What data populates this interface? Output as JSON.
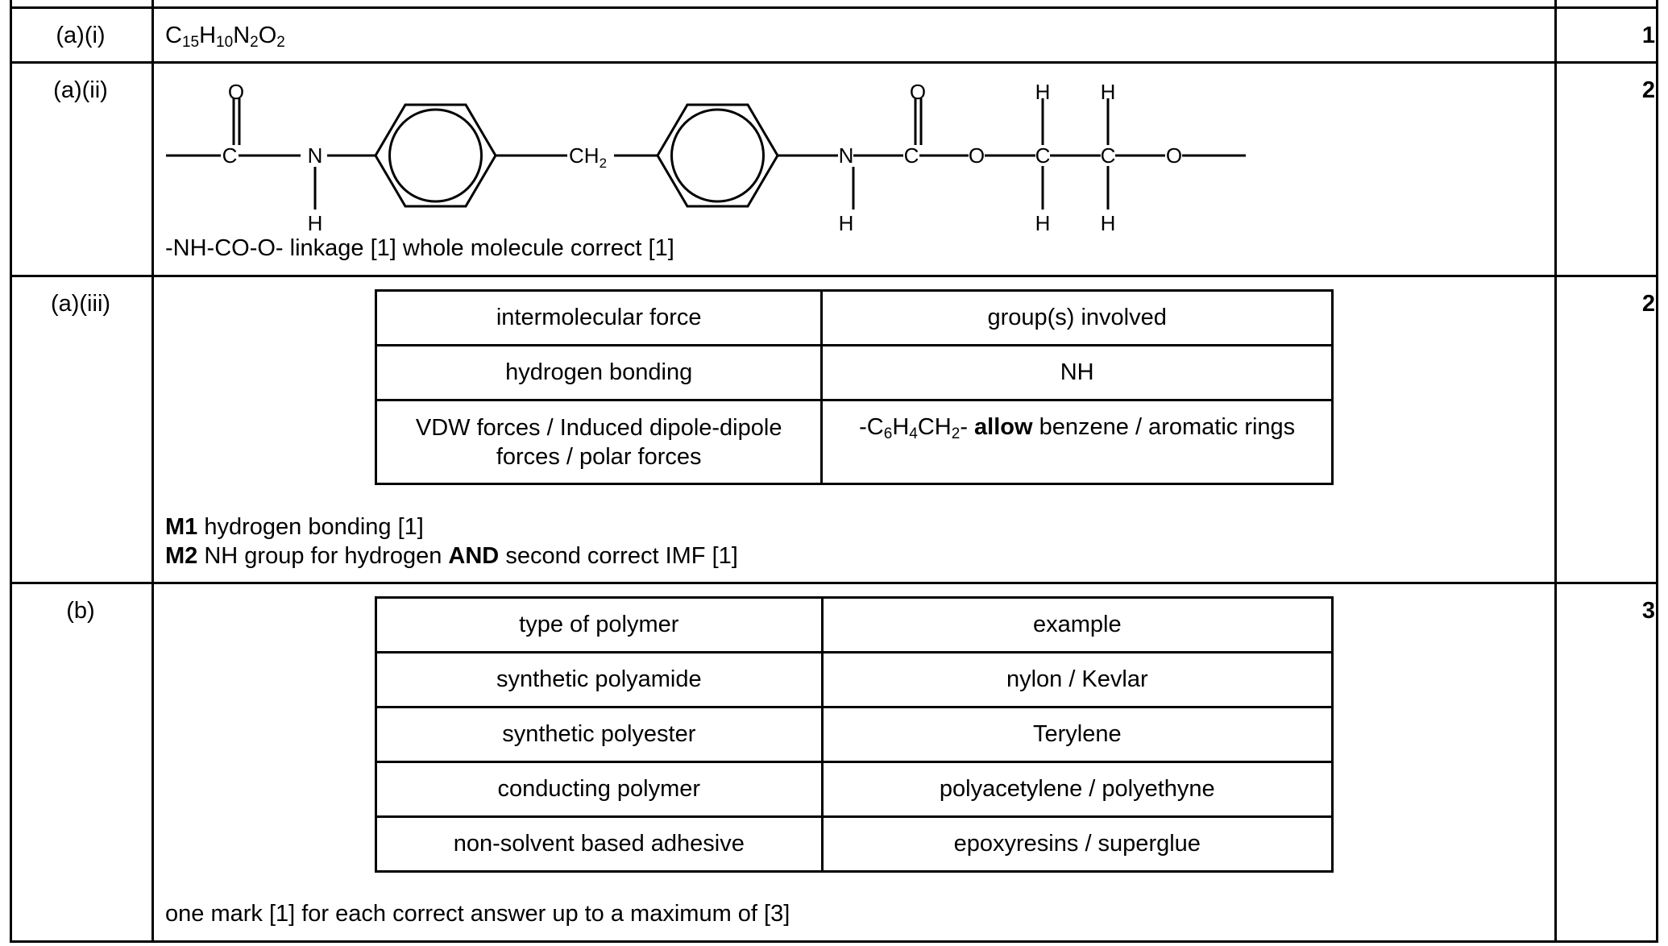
{
  "rows": [
    {
      "label": "(a)(i)",
      "mark": "1",
      "formula": {
        "c": "C",
        "c_n": "15",
        "h": "H",
        "h_n": "10",
        "n": "N",
        "n_n": "2",
        "o": "O",
        "o_n": "2"
      }
    },
    {
      "label": "(a)(ii)",
      "mark": "2",
      "structure": {
        "atoms": {
          "O": "O",
          "C": "C",
          "N": "N",
          "H": "H",
          "ch2": "CH",
          "ch2_sub": "2"
        },
        "note": "-NH-CO-O- linkage [1] whole molecule correct [1]"
      }
    },
    {
      "label": "(a)(iii)",
      "mark": "2",
      "table": {
        "header": [
          "intermolecular force",
          "group(s) involved"
        ],
        "row1": [
          "hydrogen bonding",
          "NH"
        ],
        "row2_left_line1": "VDW forces / Induced dipole-dipole",
        "row2_left_line2": "forces / polar forces",
        "row2_right": {
          "p1": "-C",
          "s1": "6",
          "p2": "H",
          "s2": "4",
          "p3": "CH",
          "s3": "2",
          "p4": "- ",
          "bold": "allow",
          "p5": " benzene / aromatic rings"
        }
      },
      "m1": {
        "label": "M1",
        "text": " hydrogen bonding [1]"
      },
      "m2": {
        "label": "M2",
        "text1": " NH group for hydrogen ",
        "bold": "AND",
        "text2": " second correct IMF [1]"
      }
    },
    {
      "label": "(b)",
      "mark": "3",
      "table": {
        "header": [
          "type of polymer",
          "example"
        ],
        "rows": [
          [
            "synthetic polyamide",
            "nylon / Kevlar"
          ],
          [
            "synthetic polyester",
            "Terylene"
          ],
          [
            "conducting polymer",
            "polyacetylene / polyethyne"
          ],
          [
            "non-solvent based adhesive",
            "epoxyresins / superglue"
          ]
        ]
      },
      "note": "one mark [1] for each correct answer up to a maximum of [3]"
    }
  ]
}
